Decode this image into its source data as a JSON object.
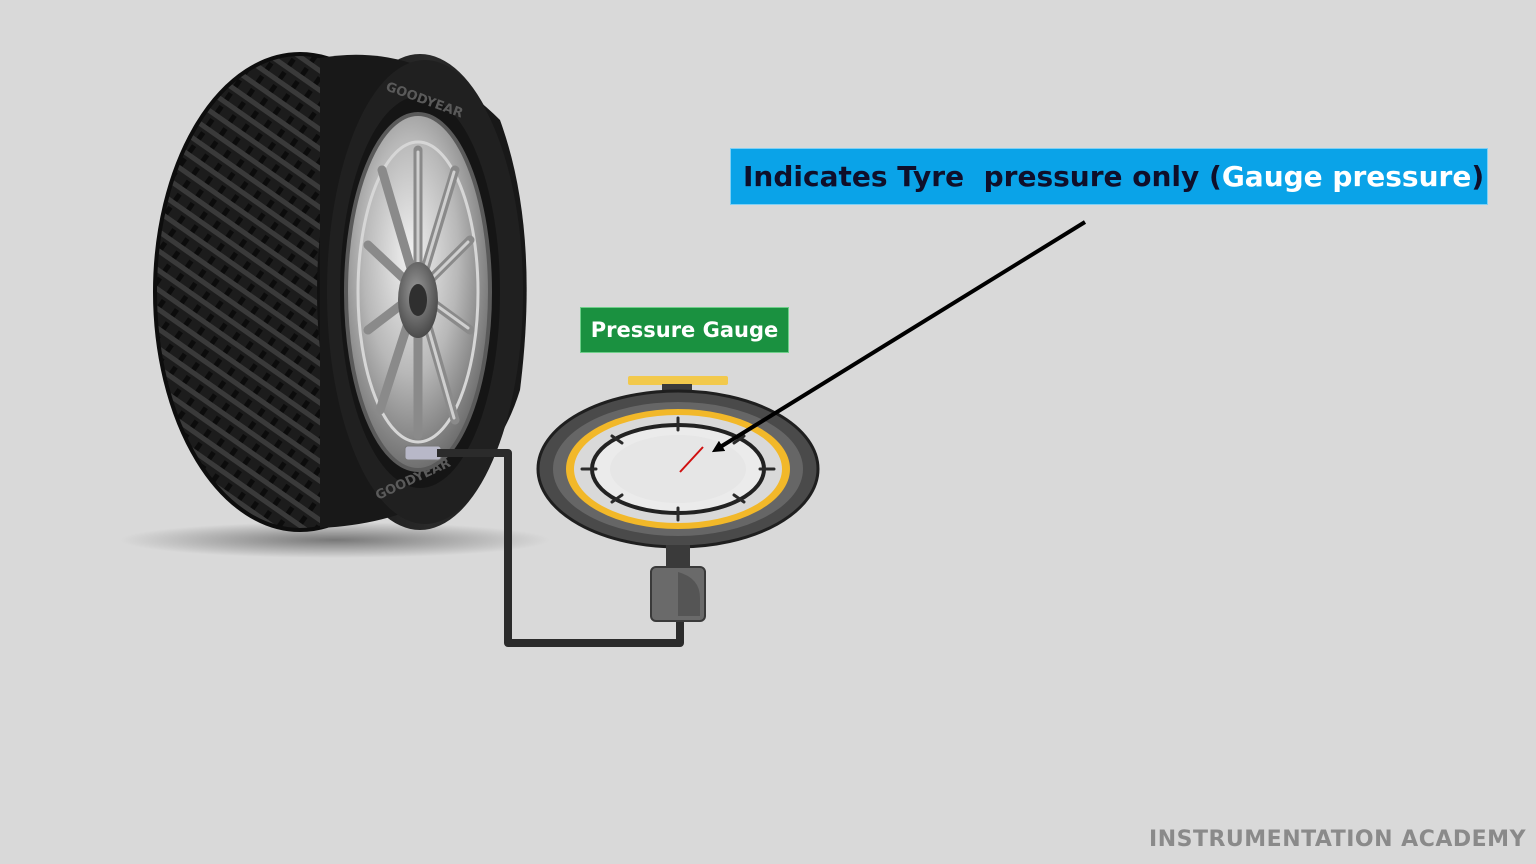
{
  "callout": {
    "prefix": "Indicates Tyre  pressure only (",
    "highlight": "Gauge pressure",
    "suffix": ")"
  },
  "gauge": {
    "label": "Pressure Gauge"
  },
  "tyre": {
    "brand_text": "GOODYEAR"
  },
  "branding": {
    "watermark": "INSTRUMENTATION ACADEMY"
  },
  "colors": {
    "background": "#d9d9d9",
    "callout_bg": "#0aa3e8",
    "callout_highlight": "#ffffff",
    "label_bg": "#1a9140",
    "gauge_ring": "#f2b829",
    "needle": "#d01010",
    "pipe": "#2b2b2b"
  },
  "icons": {
    "tyre": "tyre-illustration",
    "gauge": "pressure-gauge-illustration",
    "arrow": "pointer-arrow"
  }
}
